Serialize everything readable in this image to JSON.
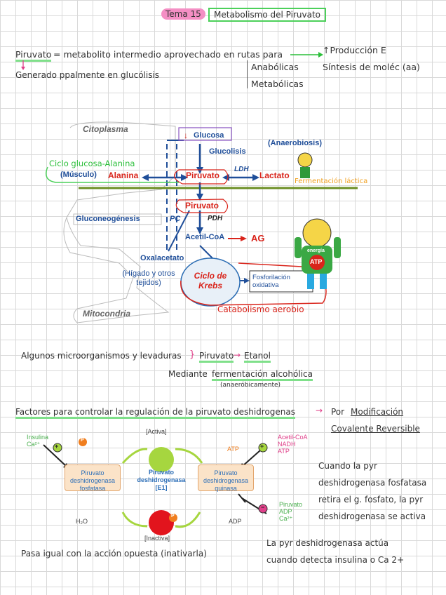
{
  "header": {
    "topic": "Tema 15",
    "title": "Metabolismo del Piruvato"
  },
  "intro": {
    "piruvato": "Piruvato",
    "definition": "= metabolito intermedio aprovechado en rutas para",
    "generado": "Generado ppalmente en glucólisis",
    "anabolicas": "Anabólicas",
    "metabolicas": "Metabólicas",
    "produccion": "↑Producción E",
    "sintesis": "Síntesis de moléc (aa)"
  },
  "diagram": {
    "citoplasma": "Citoplasma",
    "mitocondria": "Mitocondria",
    "glucosa": "Glucosa",
    "glucolisis": "Glucolisis",
    "anaerobiosis": "(Anaerobiosis)",
    "ciclo_glucosa_alanina": "Ciclo glucosa-Alanina",
    "musculo": "(Músculo)",
    "alanina": "Alanina",
    "piruvato_top": "Piruvato",
    "ldh": "LDH",
    "lactato": "Lactato",
    "fermentacion_lactica": "Fermentación láctica",
    "piruvato_mid": "Piruvato",
    "pdh": "PDH",
    "gluconeogenesis": "Gluconeogénesis",
    "pc": "PC",
    "acetil_coa": "Acetil-CoA",
    "ag": "AG",
    "oxalacetato": "Oxalacetato",
    "higado": "(Hígado y otros tejidos)",
    "ciclo_krebs": "Ciclo de Krebs",
    "fosforilacion": "Fosforilación oxidativa",
    "catabolismo": "Catabolismo aerobio",
    "energia": "energía",
    "atp": "ATP"
  },
  "middle": {
    "algunos": "Algunos microorganismos y levaduras",
    "piruvato": "Piruvato",
    "etanol": "Etanol",
    "mediante": "Mediante",
    "fermentacion": "fermentación alcohólica",
    "anaerobicamente": "(anaeróbicamente)"
  },
  "factores": {
    "title": "Factores para controlar la regulación de la piruvato deshidrogenas",
    "por": "Por",
    "modificacion": "Modificación",
    "covalente": "Covalente Reversible"
  },
  "regulation": {
    "activa": "[Activa]",
    "inactiva": "[Inactiva]",
    "insulina": "Insulina",
    "ca": "Ca²⁺",
    "plus": "+",
    "minus": "−",
    "p": "P",
    "fosfatasa_box": "Piruvato deshidrogenasa fosfatasa",
    "center": "Piruvato deshidrogenasa [E1]",
    "quinasa_box": "Piruvato deshidrogenasa quinasa",
    "atp": "ATP",
    "adp": "ADP",
    "h2o": "H₂O",
    "activators": [
      "Acetil-CoA",
      "NADH",
      "ATP"
    ],
    "inhibitors": [
      "Piruvato",
      "ADP",
      "Ca²⁺"
    ]
  },
  "notes": {
    "cuando": [
      "Cuando la pyr",
      "deshidrogenasa fosfatasa",
      "retira el g. fosfato, la pyr",
      "deshidrogenasa se activa"
    ],
    "actua": [
      "La pyr deshidrogenasa actúa",
      "cuando detecta insulina o Ca 2+"
    ],
    "pasa": "Pasa igual con la acción opuesta (inativarla)"
  }
}
